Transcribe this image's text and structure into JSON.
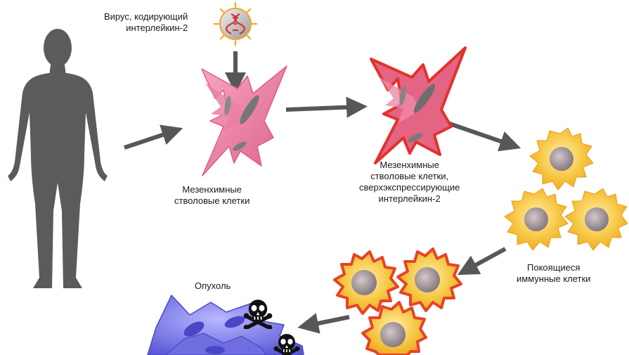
{
  "diagram": {
    "virus_label": [
      "Вирус, кодирующий",
      "интерлейкин-2"
    ],
    "msc_label": [
      "Мезенхимные",
      "стволовые клетки"
    ],
    "msc_il2_label": [
      "Мезенхимные",
      "стволовые клетки,",
      "сверхэкспрессирующие",
      "интерлейкин-2"
    ],
    "resting_immune_label": [
      "Покоящиеся",
      "иммунные клетки"
    ],
    "tumor_label": "Опухоль",
    "colors": {
      "human": "#5a5a5a",
      "arrow": "#575757",
      "msc_fill": "#e8769a",
      "msc_il2_fill": "#e4607f",
      "msc_il2_outline": "#e0302a",
      "resting_cell": "#f2b42c",
      "active_cell_outline": "#e8452a",
      "nucleus": "#9b8e93",
      "tumor_cell": "#7d7be0",
      "skull": "#111111"
    },
    "icons": [
      "human-silhouette-icon",
      "virus-icon",
      "dna-icon",
      "skull-crossbones-icon"
    ]
  }
}
